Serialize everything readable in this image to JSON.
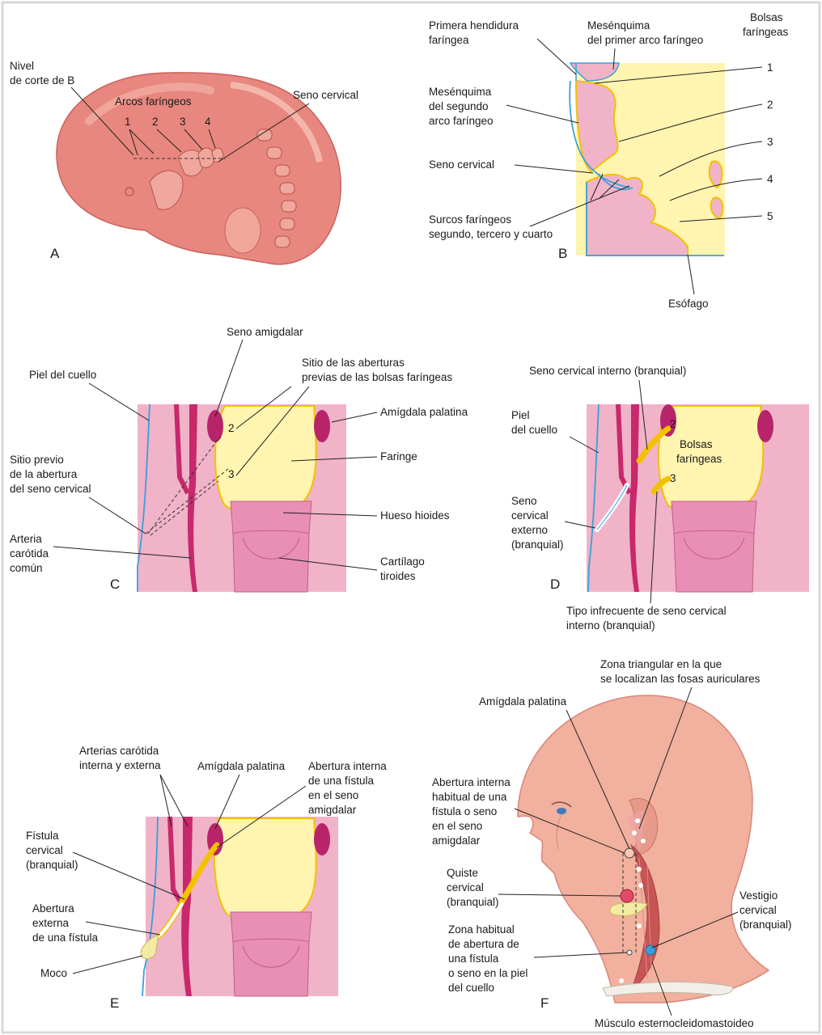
{
  "panels": {
    "A": {
      "letter": "A",
      "labels": {
        "nivel_l1": "Nivel",
        "nivel_l2": "de corte de B",
        "arcos": "Arcos faríngeos",
        "seno": "Seno cervical",
        "n1": "1",
        "n2": "2",
        "n3": "3",
        "n4": "4"
      }
    },
    "B": {
      "letter": "B",
      "labels": {
        "primera_l1": "Primera hendidura",
        "primera_l2": "faríngea",
        "mes1_l1": "Mesénquima",
        "mes1_l2": "del primer arco faríngeo",
        "bolsas_l1": "Bolsas",
        "bolsas_l2": "faríngeas",
        "mes2_l1": "Mesénquima",
        "mes2_l2": "del segundo",
        "mes2_l3": "arco faríngeo",
        "seno": "Seno cervical",
        "surcos_l1": "Surcos faríngeos",
        "surcos_l2": "segundo, tercero y cuarto",
        "esofago": "Esófago",
        "n1": "1",
        "n2": "2",
        "n3": "3",
        "n4": "4",
        "n5": "5"
      }
    },
    "C": {
      "letter": "C",
      "labels": {
        "seno_amig": "Seno amigdalar",
        "sitio_l1": "Sitio de las aberturas",
        "sitio_l2": "previas de las bolsas faríngeas",
        "piel": "Piel del cuello",
        "amig": "Amígdala palatina",
        "faringe": "Faringe",
        "sitioprev_l1": "Sitio previo",
        "sitioprev_l2": "de la abertura",
        "sitioprev_l3": "del seno cervical",
        "hioides": "Hueso hioides",
        "arteria_l1": "Arteria",
        "arteria_l2": "carótida",
        "arteria_l3": "común",
        "cart_l1": "Cartílago",
        "cart_l2": "tiroides",
        "n2": "2",
        "n3": "3"
      }
    },
    "D": {
      "letter": "D",
      "labels": {
        "seno_int": "Seno cervical interno (branquial)",
        "piel_l1": "Piel",
        "piel_l2": "del cuello",
        "bolsas_l1": "Bolsas",
        "bolsas_l2": "faríngeas",
        "seno_ext_l1": "Seno",
        "seno_ext_l2": "cervical",
        "seno_ext_l3": "externo",
        "seno_ext_l4": "(branquial)",
        "tipo_l1": "Tipo infrecuente de seno cervical",
        "tipo_l2": "interno (branquial)",
        "n2": "2",
        "n3": "3"
      }
    },
    "E": {
      "letter": "E",
      "labels": {
        "arterias_l1": "Arterias carótida",
        "arterias_l2": "interna y externa",
        "amig": "Amígdala palatina",
        "abint_l1": "Abertura interna",
        "abint_l2": "de una fístula",
        "abint_l3": "en el seno",
        "abint_l4": "amigdalar",
        "fistula_l1": "Fístula",
        "fistula_l2": "cervical",
        "fistula_l3": "(branquial)",
        "abext_l1": "Abertura",
        "abext_l2": "externa",
        "abext_l3": "de una fístula",
        "moco": "Moco"
      }
    },
    "F": {
      "letter": "F",
      "labels": {
        "zona_l1": "Zona triangular en la que",
        "zona_l2": "se localizan las fosas auriculares",
        "amig": "Amígdala palatina",
        "abint_l1": "Abertura interna",
        "abint_l2": "habitual de una",
        "abint_l3": "fístula o seno",
        "abint_l4": "en el seno",
        "abint_l5": "amigdalar",
        "quiste_l1": "Quiste",
        "quiste_l2": "cervical",
        "quiste_l3": "(branquial)",
        "vest_l1": "Vestigio",
        "vest_l2": "cervical",
        "vest_l3": "(branquial)",
        "zonah_l1": "Zona habitual",
        "zonah_l2": "de abertura de",
        "zonah_l3": "una fístula",
        "zonah_l4": "o seno en la piel",
        "zonah_l5": "del cuello",
        "musculo": "Músculo esternocleidomastoideo"
      }
    }
  },
  "colors": {
    "frame": "#d9d9d9",
    "skin_pink": "#f0b3c8",
    "embryo": "#e8877f",
    "pharynx_yellow": "#fff4b0",
    "yellow_border": "#f2c200",
    "blue_border": "#3aa0dc",
    "artery": "#c8286c",
    "tonsil": "#b8246a",
    "cartilage": "#e98fb5",
    "head_skin": "#f2b09e",
    "muscle": "#c75555"
  }
}
